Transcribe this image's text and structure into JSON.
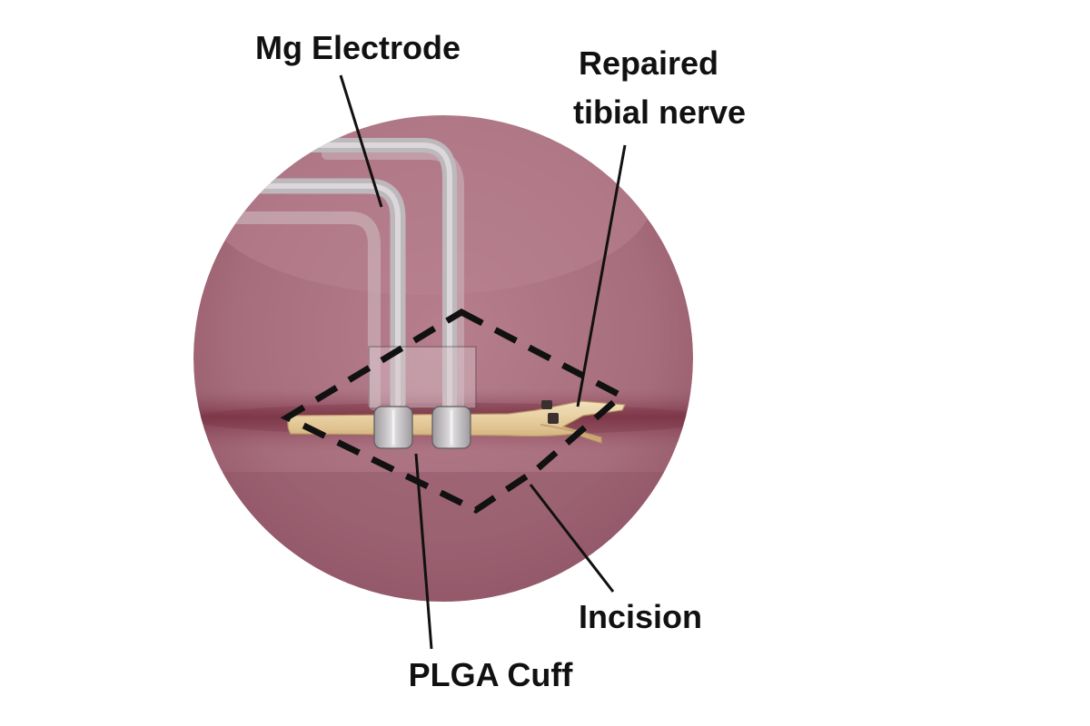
{
  "labels": {
    "electrode": "Mg Electrode",
    "nerve_line1": "Repaired",
    "nerve_line2": "tibial nerve",
    "incision": "Incision",
    "cuff": "PLGA Cuff"
  },
  "colors": {
    "tissue": "#a8707f",
    "tissue_dark": "#8c4f62",
    "incision_groove": "#7a3446",
    "nerve": "#e6cfa0",
    "electrode": "#c4c0c3",
    "outline": "#111111"
  }
}
